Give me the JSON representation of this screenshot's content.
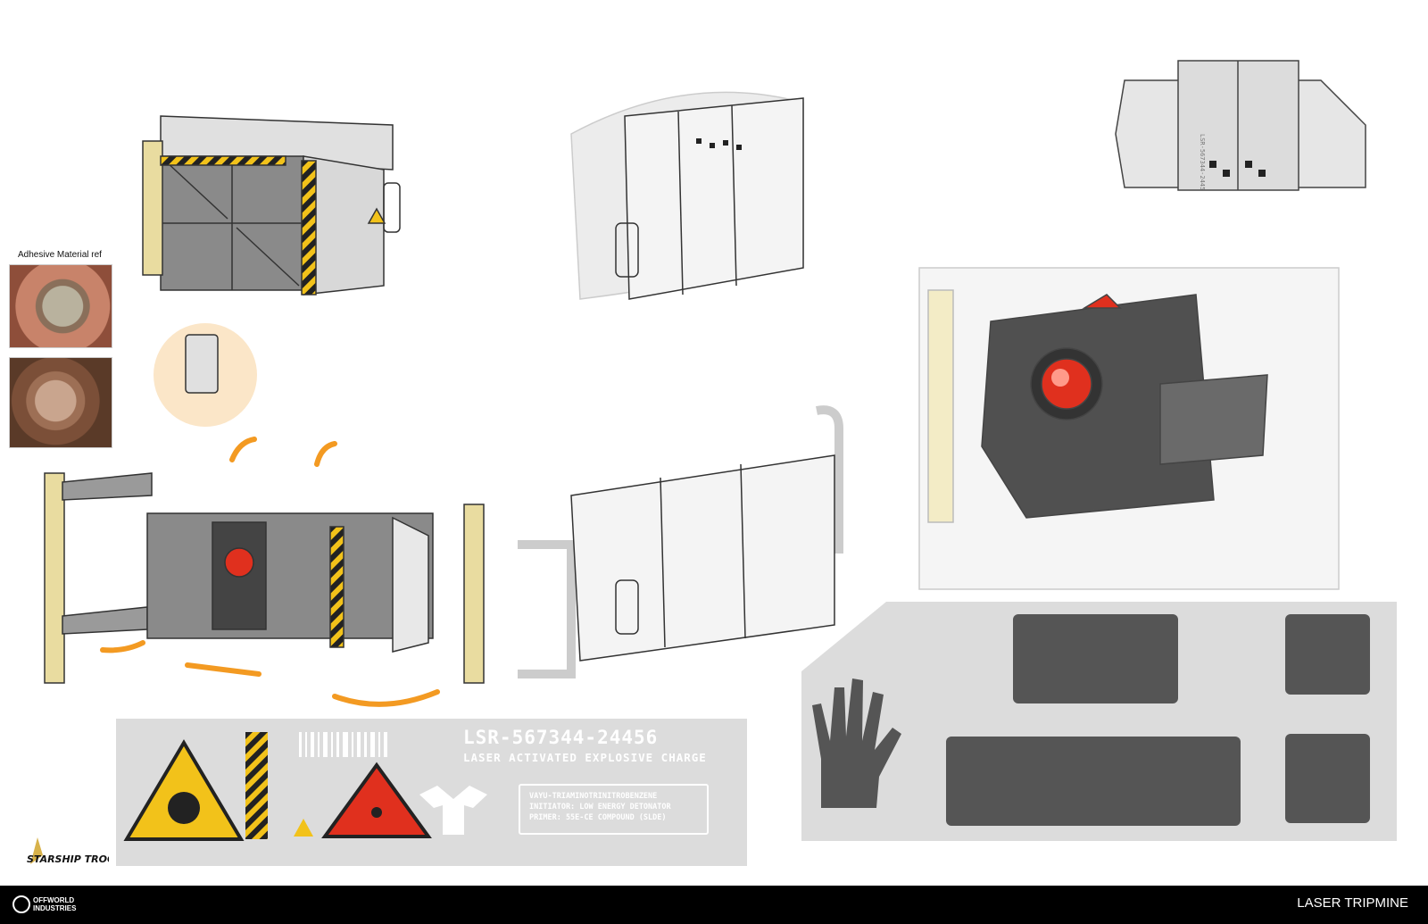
{
  "reference": {
    "label": "Adhesive Material ref"
  },
  "decals": {
    "serial": "LSR-567344-24456",
    "subtitle": "LASER ACTIVATED EXPLOSIVE CHARGE",
    "spec_lines": [
      "VAYU-TRIAMINOTRINITROBENZENE",
      "INITIATOR: LOW ENERGY DETONATOR",
      "PRIMER: 55E-CE  COMPOUND (SLDE)"
    ],
    "plate_serial": "LSR-567344-2445"
  },
  "branding": {
    "game_logo": "STARSHIP TROOPERS",
    "studio_line1": "OFFWORLD",
    "studio_line2": "INDUSTRIES"
  },
  "footer": {
    "title": "LASER TRIPMINE"
  },
  "colors": {
    "hazard_yellow": "#f2c21a",
    "laser_red": "#e0301e",
    "arrow_orange": "#f39a22",
    "metal_grey": "#8c8c8c",
    "silhouette": "#555555"
  },
  "icons": [
    "explosive-hazard-icon",
    "laser-hazard-icon",
    "eagle-emblem-icon",
    "hand-silhouette-icon"
  ]
}
